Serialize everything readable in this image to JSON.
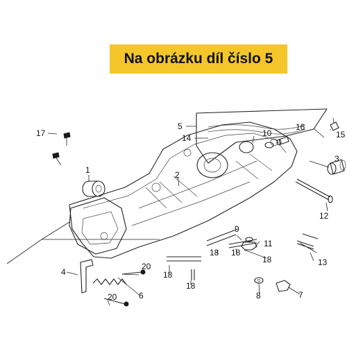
{
  "banner": {
    "text": "Na obrázku díl číslo 5",
    "bg_color": "#f4c62a"
  },
  "callouts": [
    {
      "id": "c1",
      "label": "1"
    },
    {
      "id": "c2",
      "label": "2"
    },
    {
      "id": "c3",
      "label": "3"
    },
    {
      "id": "c4",
      "label": "4"
    },
    {
      "id": "c5",
      "label": "5"
    },
    {
      "id": "c6",
      "label": "6"
    },
    {
      "id": "c7",
      "label": "7"
    },
    {
      "id": "c8",
      "label": "8"
    },
    {
      "id": "c9",
      "label": "9"
    },
    {
      "id": "c10",
      "label": "10"
    },
    {
      "id": "c11",
      "label": "11"
    },
    {
      "id": "c12",
      "label": "12"
    },
    {
      "id": "c13",
      "label": "13"
    },
    {
      "id": "c14",
      "label": "14"
    },
    {
      "id": "c15",
      "label": "15"
    },
    {
      "id": "c16",
      "label": "16"
    },
    {
      "id": "c17",
      "label": "17"
    },
    {
      "id": "c18a",
      "label": "18"
    },
    {
      "id": "c18b",
      "label": "18"
    },
    {
      "id": "c18c",
      "label": "18"
    },
    {
      "id": "c18d",
      "label": "18"
    },
    {
      "id": "c18e",
      "label": "18"
    },
    {
      "id": "c20a",
      "label": "20"
    },
    {
      "id": "c20b",
      "label": "20"
    }
  ]
}
